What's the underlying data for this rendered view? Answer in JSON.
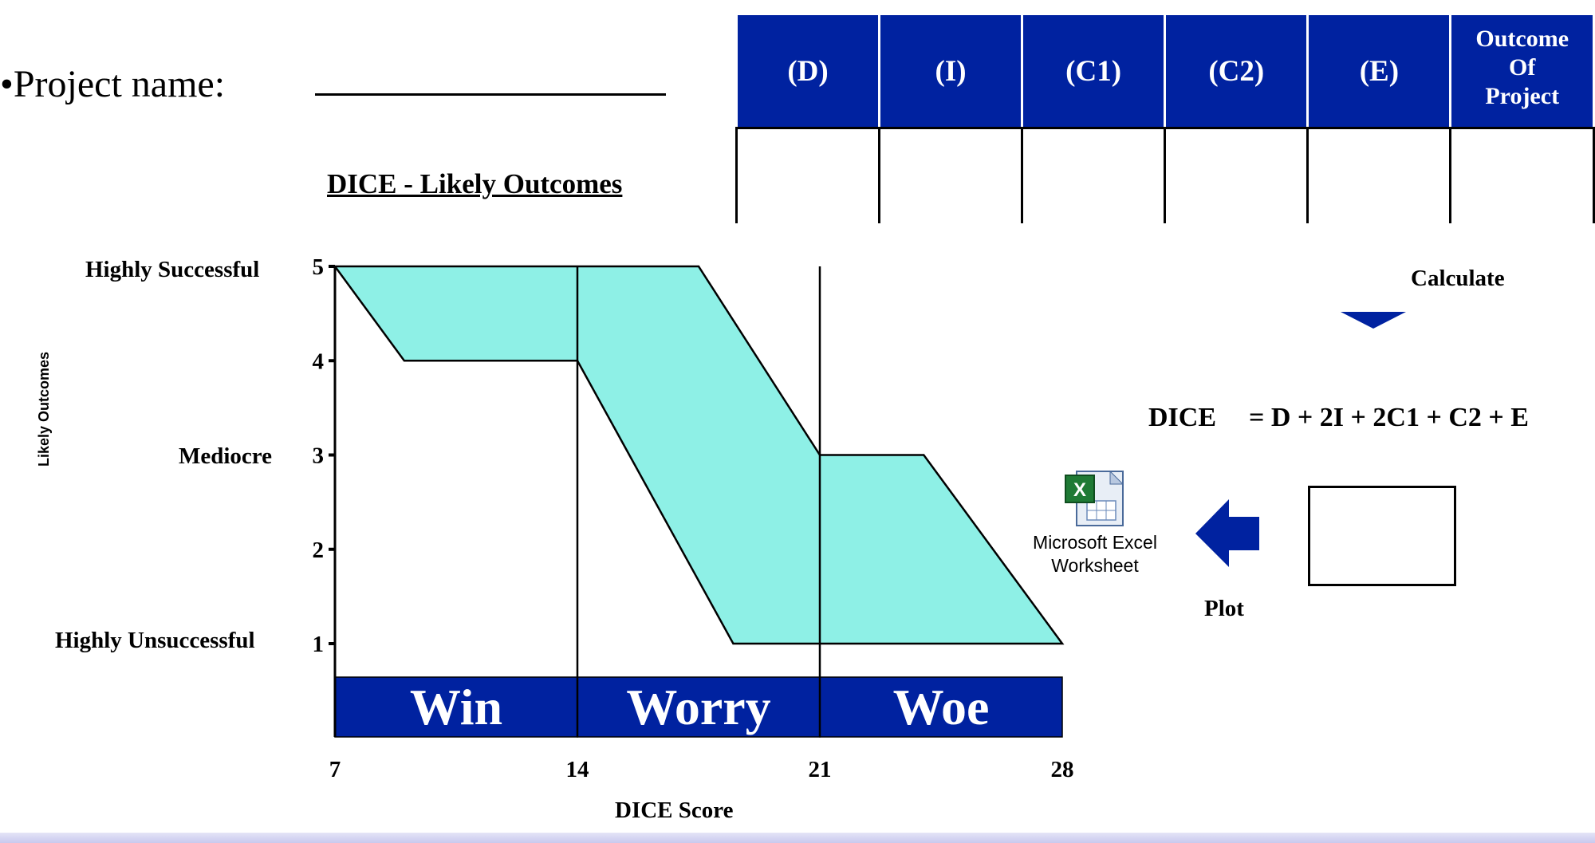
{
  "header": {
    "bullet": "•",
    "project_label": "Project name:"
  },
  "table": {
    "headers": [
      "(D)",
      "(I)",
      "(C1)",
      "(C2)",
      "(E)",
      "Outcome Of Project"
    ],
    "outcome_lines": [
      "Outcome",
      "Of",
      "Project"
    ],
    "header_bg": "#0022a0",
    "cells": [
      "",
      "",
      "",
      "",
      "",
      ""
    ]
  },
  "chart": {
    "title": "DICE - Likely Outcomes",
    "y_axis_title": "Likely Outcomes",
    "x_axis_title": "DICE Score",
    "y_category_labels": {
      "5": "Highly Successful",
      "3": "Mediocre",
      "1": "Highly Unsuccessful"
    },
    "band_color": "#8ef0e6",
    "zone_color": "#0022a0",
    "zones": [
      "Win",
      "Worry",
      "Woe"
    ]
  },
  "chart_data": {
    "type": "area",
    "title": "DICE - Likely Outcomes",
    "xlabel": "DICE Score",
    "ylabel": "Likely Outcomes",
    "xlim": [
      7,
      28
    ],
    "ylim": [
      1,
      5
    ],
    "x_ticks": [
      7,
      14,
      21,
      28
    ],
    "y_ticks": [
      1,
      2,
      3,
      4,
      5
    ],
    "band_upper": [
      [
        7,
        5
      ],
      [
        17.5,
        5
      ],
      [
        21,
        3
      ],
      [
        24,
        3
      ],
      [
        28,
        1
      ]
    ],
    "band_lower": [
      [
        7,
        5
      ],
      [
        9,
        4
      ],
      [
        14,
        4
      ],
      [
        18.5,
        1
      ],
      [
        28,
        1
      ]
    ],
    "vertical_lines": [
      14,
      21
    ],
    "zones": [
      {
        "label": "Win",
        "from": 7,
        "to": 14
      },
      {
        "label": "Worry",
        "from": 14,
        "to": 21
      },
      {
        "label": "Woe",
        "from": 21,
        "to": 28
      }
    ],
    "grid": false
  },
  "calc": {
    "calculate_label": "Calculate",
    "dice_label": "DICE",
    "formula": "= D + 2I + 2C1 + C2 + E",
    "plot_label": "Plot",
    "arrow_color": "#0022a0"
  },
  "excel": {
    "caption_line1": "Microsoft Excel",
    "caption_line2": "Worksheet",
    "icon": "excel-icon"
  }
}
